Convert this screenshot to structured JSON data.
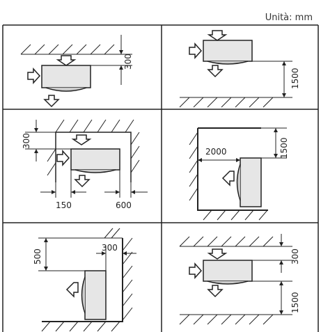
{
  "unit_label": "Unità: mm",
  "panels": [
    {
      "id": "ceiling-clearance-wall-unit",
      "labels": [
        "300"
      ]
    },
    {
      "id": "floor-clearance-wall-unit",
      "labels": [
        "1500"
      ]
    },
    {
      "id": "corner-clearance-wall-unit",
      "labels": [
        "300",
        "150",
        "600"
      ]
    },
    {
      "id": "floor-front-clearance-side-unit",
      "labels": [
        "1500",
        "2000"
      ]
    },
    {
      "id": "corner-side-unit",
      "labels": [
        "500",
        "300"
      ]
    },
    {
      "id": "ceiling-and-floor-clearance-wall-unit",
      "labels": [
        "300",
        "1500"
      ]
    }
  ]
}
